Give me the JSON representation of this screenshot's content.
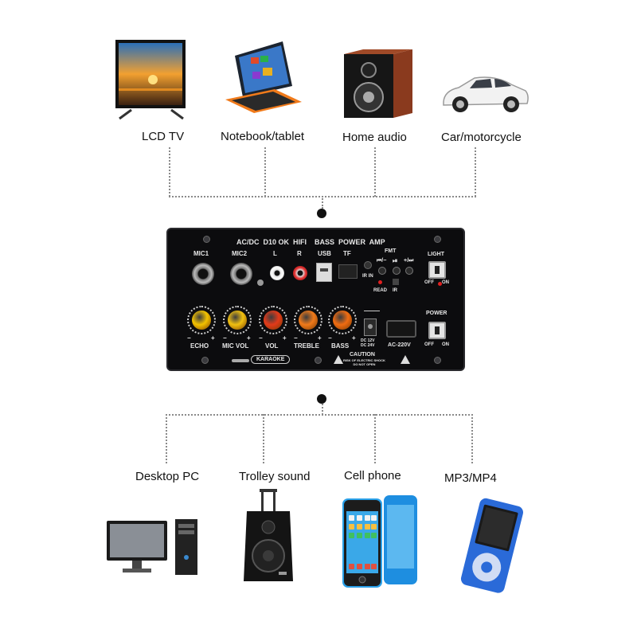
{
  "top_devices": [
    {
      "label": "LCD TV",
      "icon": "lcd-tv-icon"
    },
    {
      "label": "Notebook/tablet",
      "icon": "laptop-icon"
    },
    {
      "label": "Home audio",
      "icon": "speaker-icon"
    },
    {
      "label": "Car/motorcycle",
      "icon": "car-icon"
    }
  ],
  "bottom_devices": [
    {
      "label": "Desktop PC",
      "icon": "desktop-pc-icon"
    },
    {
      "label": "Trolley sound",
      "icon": "trolley-speaker-icon"
    },
    {
      "label": "Cell phone",
      "icon": "cell-phone-icon"
    },
    {
      "label": "MP3/MP4",
      "icon": "mp3-player-icon"
    }
  ],
  "amplifier": {
    "title": "AC/DC  D10 OK  HIFI    BASS  POWER  AMP",
    "inputs": {
      "mic1": "MIC1",
      "mic2": "MIC2",
      "l": "L",
      "r": "R",
      "usb": "USB",
      "tf": "TF",
      "fmt": "FMT",
      "ir_in": "IR IN"
    },
    "media_buttons": {
      "prev": "⏮/−",
      "play": "⏯",
      "next": "+/⏭"
    },
    "read_label": "READ",
    "ir_label": "IR",
    "light_label": "LIGHT",
    "off": "OFF",
    "on": "ON",
    "power_label": "POWER",
    "knobs": [
      {
        "label": "ECHO",
        "color": "#f2c200"
      },
      {
        "label": "MIC VOL",
        "color": "#f0c010"
      },
      {
        "label": "VOL",
        "color": "#e23a1a"
      },
      {
        "label": "TREBLE",
        "color": "#f07a1a"
      },
      {
        "label": "BASS",
        "color": "#f06c12"
      }
    ],
    "minus": "−",
    "plus": "+",
    "dc_label": "DC 12V\nDC 24V",
    "ac_label": "AC-220V",
    "caution_title": "CAUTION",
    "caution_text": "RISK OF ELECTRIC SHOCK\nDO NOT OPEN",
    "karaoke": "KARAOKE"
  },
  "colors": {
    "panel": "#0c0c0e",
    "connector_line": "#8a8a8a"
  }
}
